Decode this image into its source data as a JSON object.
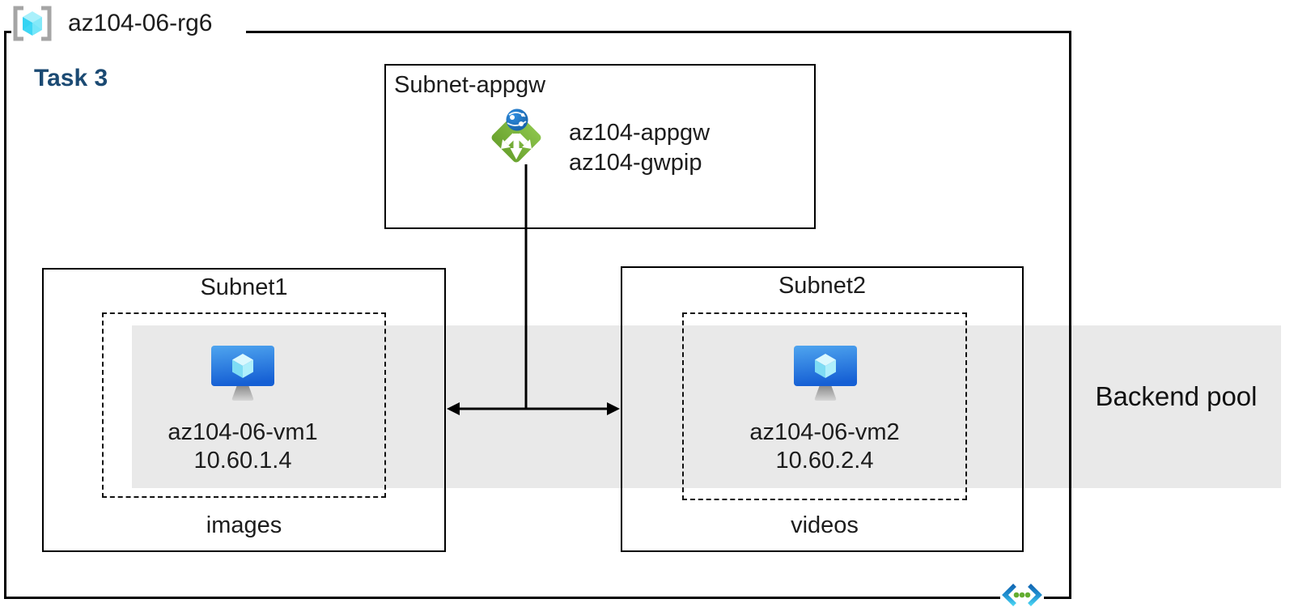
{
  "resource_group": {
    "name": "az104-06-rg6",
    "task_label": "Task 3"
  },
  "appgw_subnet": {
    "title": "Subnet-appgw",
    "gateway_name": "az104-appgw",
    "gateway_pip": "az104-gwpip"
  },
  "subnet1": {
    "title": "Subnet1",
    "vm_name": "az104-06-vm1",
    "vm_ip": "10.60.1.4",
    "storage_label": "images"
  },
  "subnet2": {
    "title": "Subnet2",
    "vm_name": "az104-06-vm2",
    "vm_ip": "10.60.2.4",
    "storage_label": "videos"
  },
  "backend_pool": {
    "label": "Backend pool"
  },
  "icons": {
    "resource_group": "resource-group-icon",
    "application_gateway": "application-gateway-icon",
    "virtual_machine": "virtual-machine-icon",
    "virtual_network": "virtual-network-icon"
  },
  "colors": {
    "task_label": "#1b4a73",
    "backend_band": "#e9e9e9",
    "border": "#000000",
    "appgw_green": "#7cb342",
    "globe_blue": "#1b75cf",
    "vm_blue_top": "#4fa5ef",
    "vm_blue_bottom": "#155fd4",
    "cube_cyan": "#7edcf4",
    "vnet_blue": "#1268b4",
    "vnet_cyan": "#49d2f2",
    "vnet_dot_green": "#63ad31",
    "bracket_gray": "#a5a5a5"
  }
}
